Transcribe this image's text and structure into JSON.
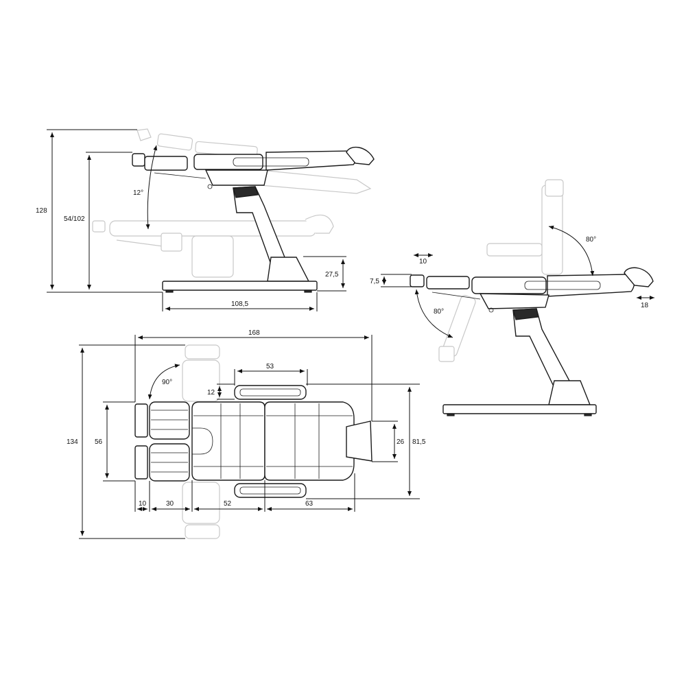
{
  "colors": {
    "line": "#1a1a1a",
    "ghost": "#c8c8c8",
    "background": "#ffffff"
  },
  "side_view": {
    "height_total": "128",
    "height_range": "54/102",
    "tilt_angle": "12°",
    "base_height": "27,5",
    "base_length": "108,5"
  },
  "recline_view": {
    "headrest_angle": "80°",
    "leg_angle": "80°",
    "footrest_ext": "10",
    "footrest_height": "7,5",
    "headrest_ext": "18"
  },
  "top_view": {
    "total_length": "168",
    "total_width": "134",
    "armrest_angle": "90°",
    "armrest_length": "53",
    "armrest_gap": "12",
    "seat_width": "81,5",
    "leg_width": "56",
    "headrest_width": "26",
    "seg_footrest": "10",
    "seg_leg": "30",
    "seg_seat": "52",
    "seg_back": "63"
  }
}
